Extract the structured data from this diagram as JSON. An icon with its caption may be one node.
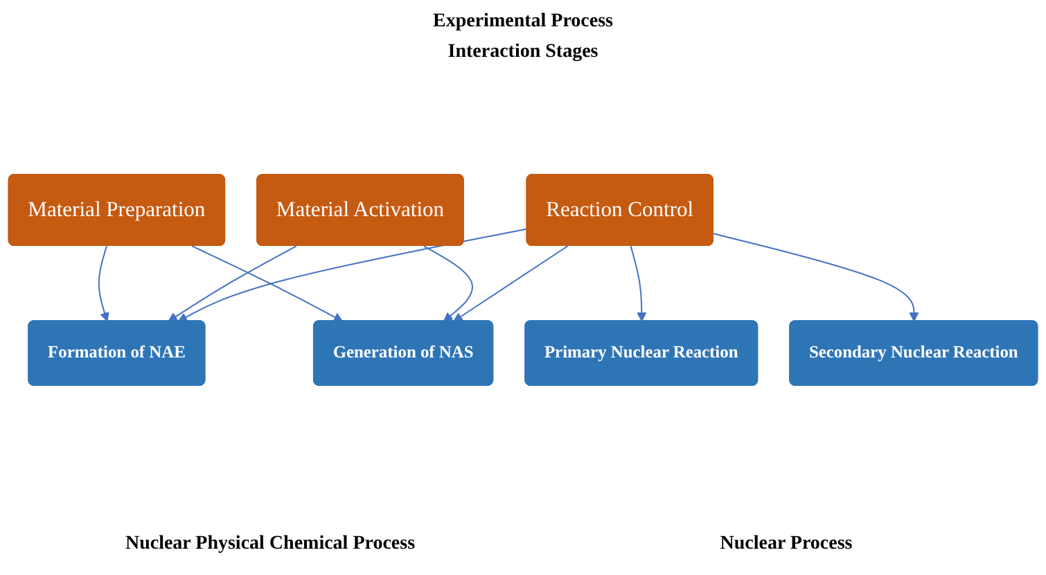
{
  "diagram": {
    "nodes": [
      {
        "text": [
          "Material Preparation"
        ]
      },
      {
        "text": [
          "Material Activation"
        ]
      },
      {
        "text": [
          "Reaction Control"
        ]
      },
      {
        "text": [
          "Formation of NAE"
        ]
      },
      {
        "text": [
          "Generation of NAS"
        ]
      },
      {
        "text": [
          "Primary Nuclear Reaction"
        ]
      },
      {
        "text": [
          "Secondary Nuclear Reaction"
        ]
      }
    ],
    "edges": [
      {
        "from": 0,
        "to": 3,
        "arrow": "to"
      },
      {
        "from": 0,
        "to": 4,
        "arrow": "to"
      },
      {
        "from": 1,
        "to": 3,
        "arrow": "to"
      },
      {
        "from": 1,
        "to": 4,
        "arrow": "to"
      },
      {
        "from": 2,
        "to": 3,
        "arrow": "to"
      },
      {
        "from": 2,
        "to": 4,
        "arrow": "to"
      },
      {
        "from": 2,
        "to": 5,
        "arrow": "to"
      },
      {
        "from": 2,
        "to": 6,
        "arrow": "to"
      }
    ],
    "labels": [
      "Experimental Process",
      "Interaction Stages",
      "Nuclear Physical Chemical Process",
      "Nuclear Process"
    ]
  }
}
